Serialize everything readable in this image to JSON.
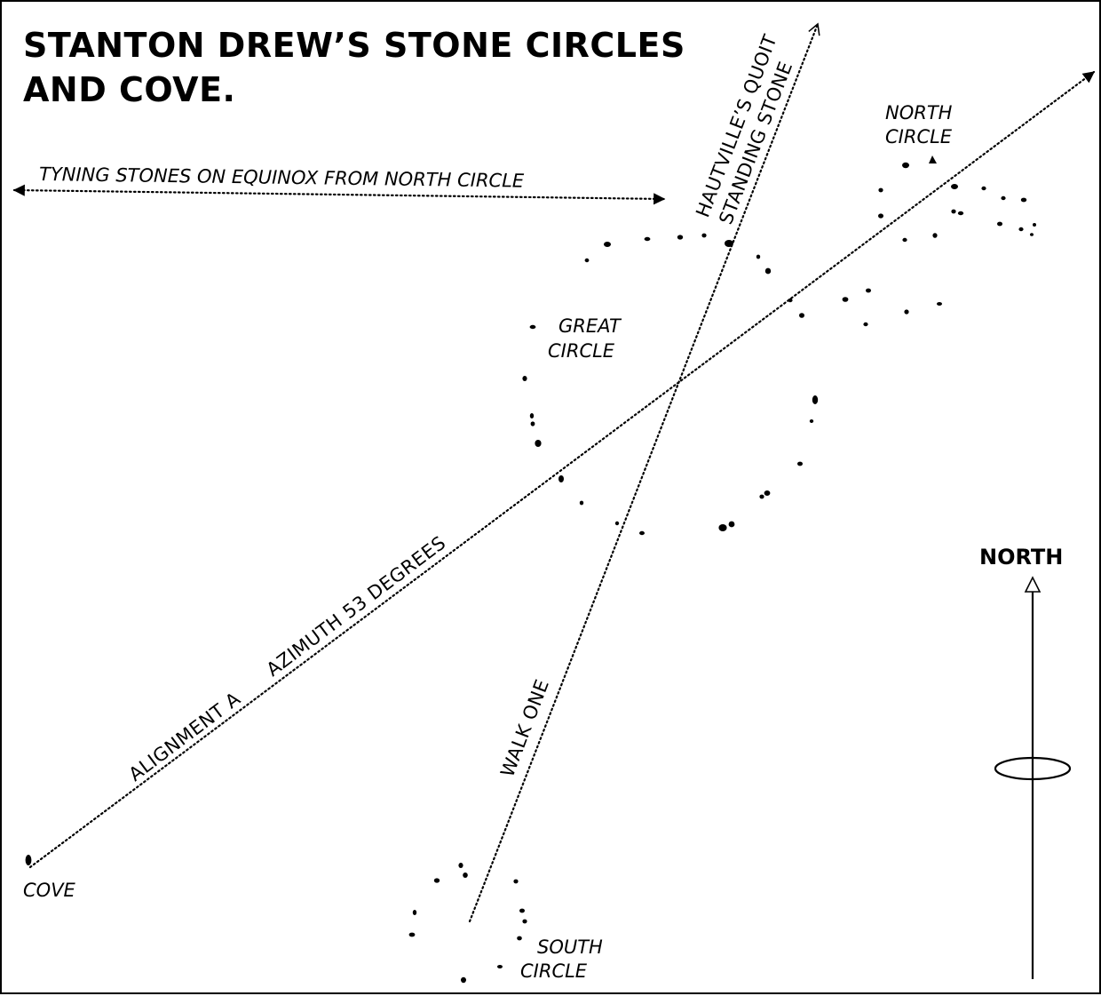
{
  "title": {
    "line1": "STANTON DREW’S STONE CIRCLES",
    "line2": "AND COVE."
  },
  "labels": {
    "tyning": "TYNING STONES ON EQUINOX FROM NORTH CIRCLE",
    "hautville_line1": "HAUTVILLE’S QUOIT",
    "hautville_line2": "STANDING STONE",
    "north_circle_line1": "NORTH",
    "north_circle_line2": "CIRCLE",
    "great_circle_line1": "GREAT",
    "great_circle_line2": "CIRCLE",
    "alignment": "ALIGNMENT A",
    "azimuth": "AZIMUTH 53 DEGREES",
    "walk": "WALK ONE",
    "cove": "COVE",
    "south_circle_line1": "SOUTH",
    "south_circle_line2": "CIRCLE",
    "north_arrow": "NORTH"
  },
  "icons": {
    "north_arrow": "north-arrow-icon",
    "standing_stone": "stone-icon"
  }
}
